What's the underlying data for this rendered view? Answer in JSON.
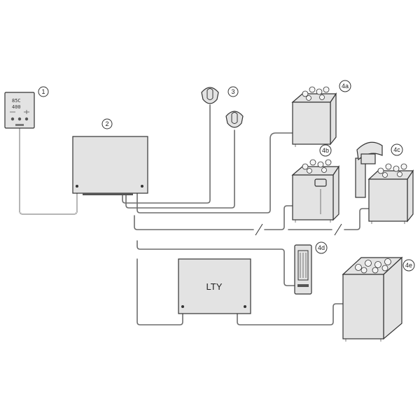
{
  "callouts": {
    "c1": "1",
    "c2": "2",
    "c3": "3",
    "c4a": "4a",
    "c4b": "4b",
    "c4c": "4c",
    "c4d": "4d",
    "c4e": "4e"
  },
  "control_panel": {
    "display_line1": "85C",
    "display_line2": "400"
  },
  "lty_label": "LTY",
  "colors": {
    "wire": "#6d6d6d",
    "device_fill": "#e3e3e3",
    "outline": "#333333"
  }
}
